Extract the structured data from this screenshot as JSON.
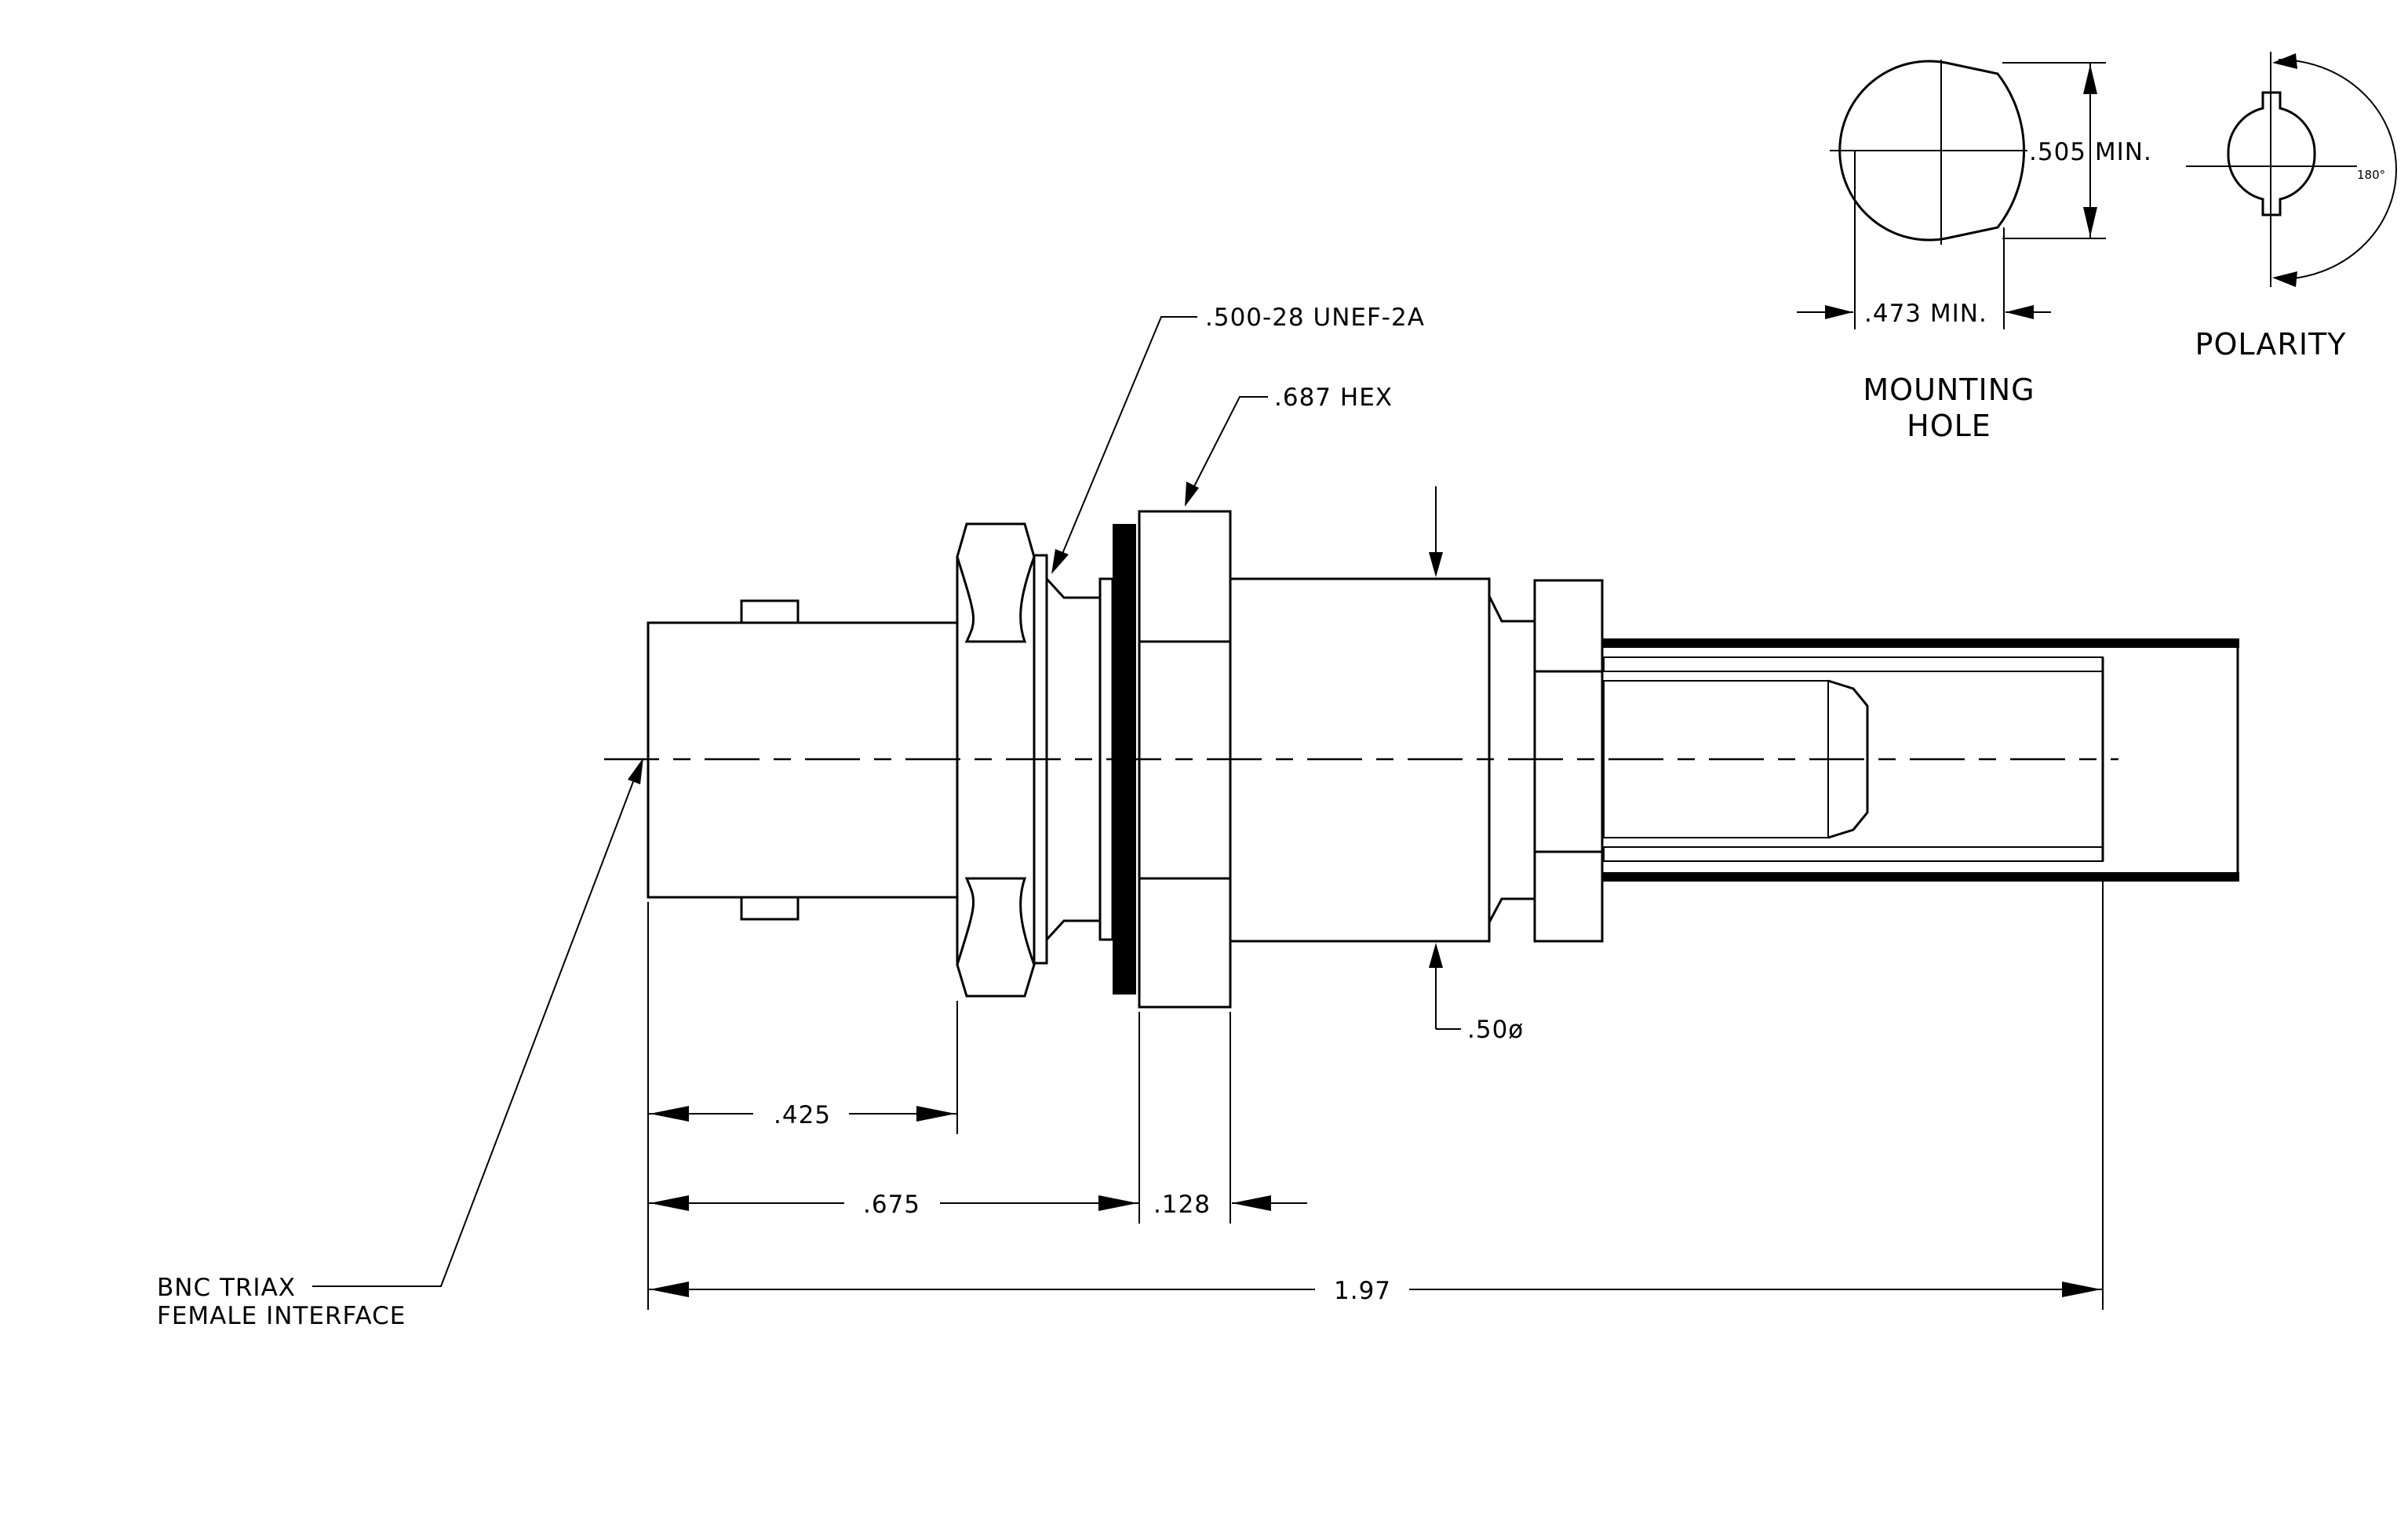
{
  "callouts": {
    "thread": ".500-28 UNEF-2A",
    "hex": ".687 HEX",
    "diameter": ".50ø",
    "interface_line1": "BNC TRIAX",
    "interface_line2": "FEMALE INTERFACE"
  },
  "dimensions": {
    "d425": ".425",
    "d675": ".675",
    "d128": ".128",
    "d197": "1.97"
  },
  "mounting_hole": {
    "height": ".505 MIN.",
    "width": ".473 MIN.",
    "title_line1": "MOUNTING",
    "title_line2": "HOLE"
  },
  "polarity": {
    "angle": "180°",
    "title": "POLARITY"
  }
}
